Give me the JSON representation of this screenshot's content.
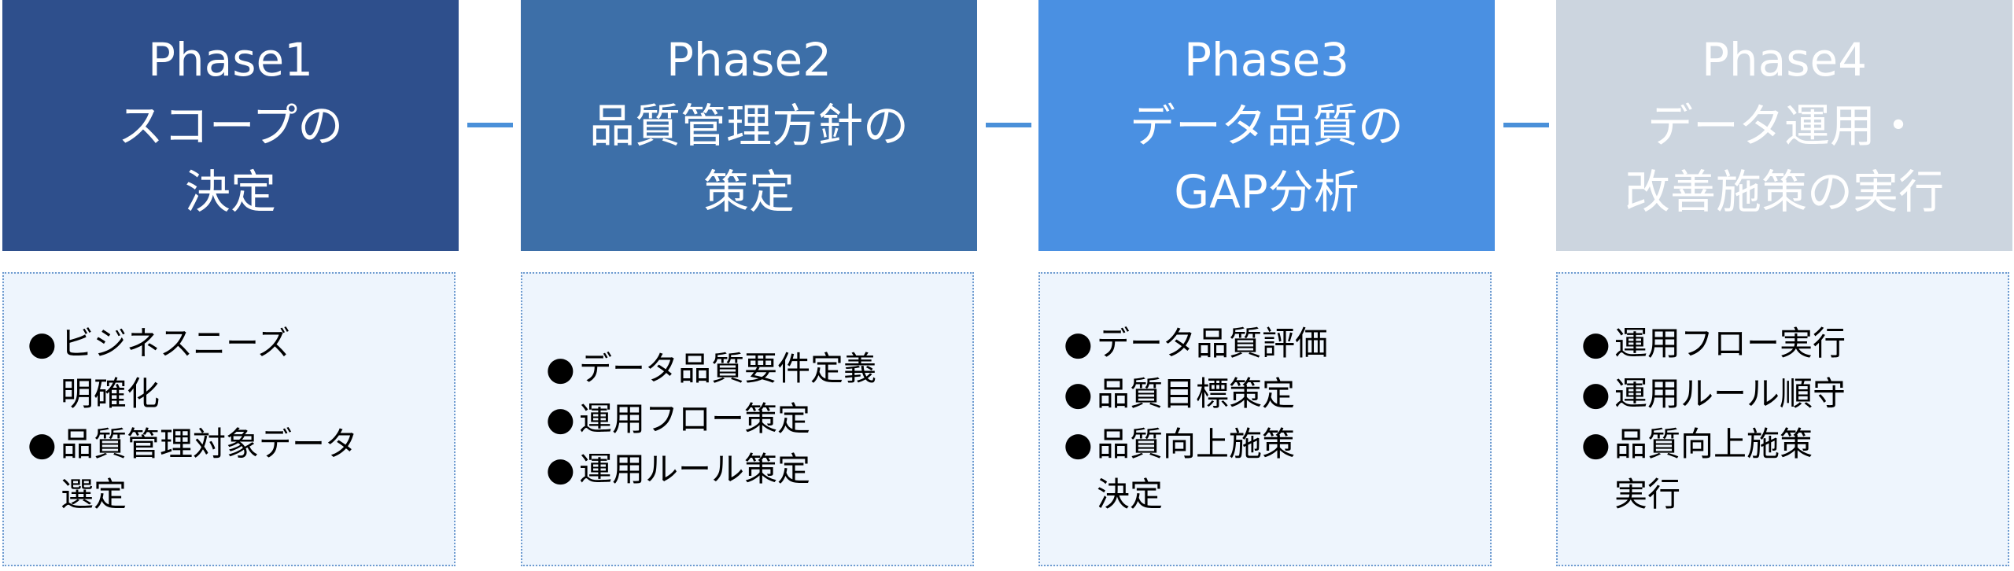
{
  "colors": {
    "phase1": "#2e4f8c",
    "phase2": "#3d6fa8",
    "phase3": "#4a90e2",
    "phase4": "#ccd5df",
    "detail_bg": "#eef5fd",
    "connector": "#4a90d9"
  },
  "bullet": "●",
  "phases": [
    {
      "lines": [
        "Phase1",
        "スコープの",
        "決定"
      ],
      "items": [
        [
          "ビジネスニーズ",
          "明確化"
        ],
        [
          "品質管理対象データ",
          "選定"
        ]
      ]
    },
    {
      "lines": [
        "Phase2",
        "品質管理方針の",
        "策定"
      ],
      "items": [
        [
          "データ品質要件定義"
        ],
        [
          "運用フロー策定"
        ],
        [
          "運用ルール策定"
        ]
      ]
    },
    {
      "lines": [
        "Phase3",
        "データ品質の",
        "GAP分析"
      ],
      "items": [
        [
          "データ品質評価"
        ],
        [
          "品質目標策定"
        ],
        [
          "品質向上施策",
          "決定"
        ]
      ]
    },
    {
      "lines": [
        "Phase4",
        "データ運用・",
        "改善施策の実行"
      ],
      "items": [
        [
          "運用フロー実行"
        ],
        [
          "運用ルール順守"
        ],
        [
          "品質向上施策",
          "実行"
        ]
      ]
    }
  ]
}
